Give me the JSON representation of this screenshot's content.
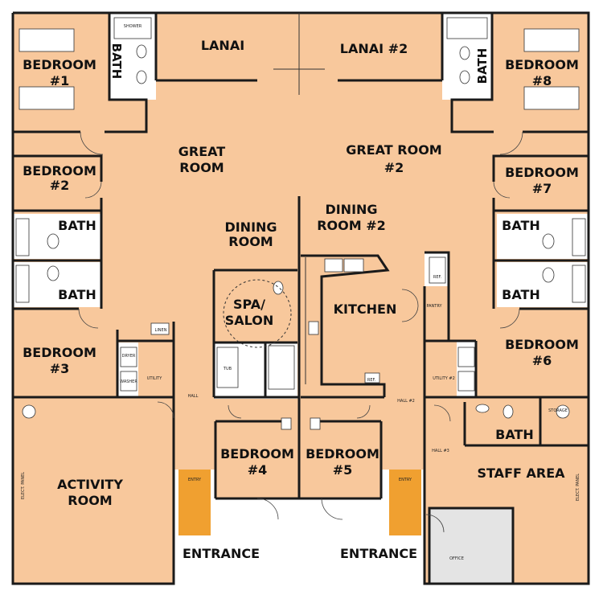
{
  "colors": {
    "floor": "#f8c89c",
    "entry": "#f0a030",
    "wall": "#1a1a1a",
    "gray": "#e4e4e4"
  },
  "rooms": {
    "lanai": "LANAI",
    "lanai2": "LANAI #2",
    "bath_top_left": "BATH",
    "bath_top_right": "BATH",
    "bedroom1": [
      "BEDROOM",
      "#1"
    ],
    "bedroom8": [
      "BEDROOM",
      "#8"
    ],
    "great_room": [
      "GREAT",
      "ROOM"
    ],
    "great_room2": [
      "GREAT ROOM",
      "#2"
    ],
    "bedroom2": [
      "BEDROOM",
      "#2"
    ],
    "bedroom7": [
      "BEDROOM",
      "#7"
    ],
    "bath_l1": "BATH",
    "bath_l2": "BATH",
    "bath_r1": "BATH",
    "bath_r2": "BATH",
    "dining": [
      "DINING",
      "ROOM"
    ],
    "dining2": [
      "DINING",
      "ROOM #2"
    ],
    "spa": [
      "SPA/",
      "SALON"
    ],
    "kitchen": "KITCHEN",
    "bedroom3": [
      "BEDROOM",
      "#3"
    ],
    "bedroom6": [
      "BEDROOM",
      "#6"
    ],
    "bedroom4": [
      "BEDROOM",
      "#4"
    ],
    "bedroom5": [
      "BEDROOM",
      "#5"
    ],
    "activity": [
      "ACTIVITY",
      "ROOM"
    ],
    "bath_staff": "BATH",
    "staff_area": "STAFF AREA",
    "entrance_left": "ENTRANCE",
    "entrance_right": "ENTRANCE"
  },
  "small_labels": {
    "linen": "LINEN",
    "utility": "UTILITY",
    "utility2": "UTILITY #2",
    "hall": "HALL",
    "hall2": "HALL #2",
    "hall3": "HALL #3",
    "ref": "REF.",
    "ref2": "REF.",
    "pantry": "PANTRY",
    "tub": "TUB",
    "shower": "SHOWER",
    "dryer": "DRYER",
    "washer": "WASHER",
    "entry_left": "ENTRY",
    "entry_right": "ENTRY",
    "storage": "STORAGE",
    "office": "OFFICE",
    "elect_panel_left": "ELECT. PANEL",
    "elect_panel_right": "ELECT. PANEL"
  }
}
